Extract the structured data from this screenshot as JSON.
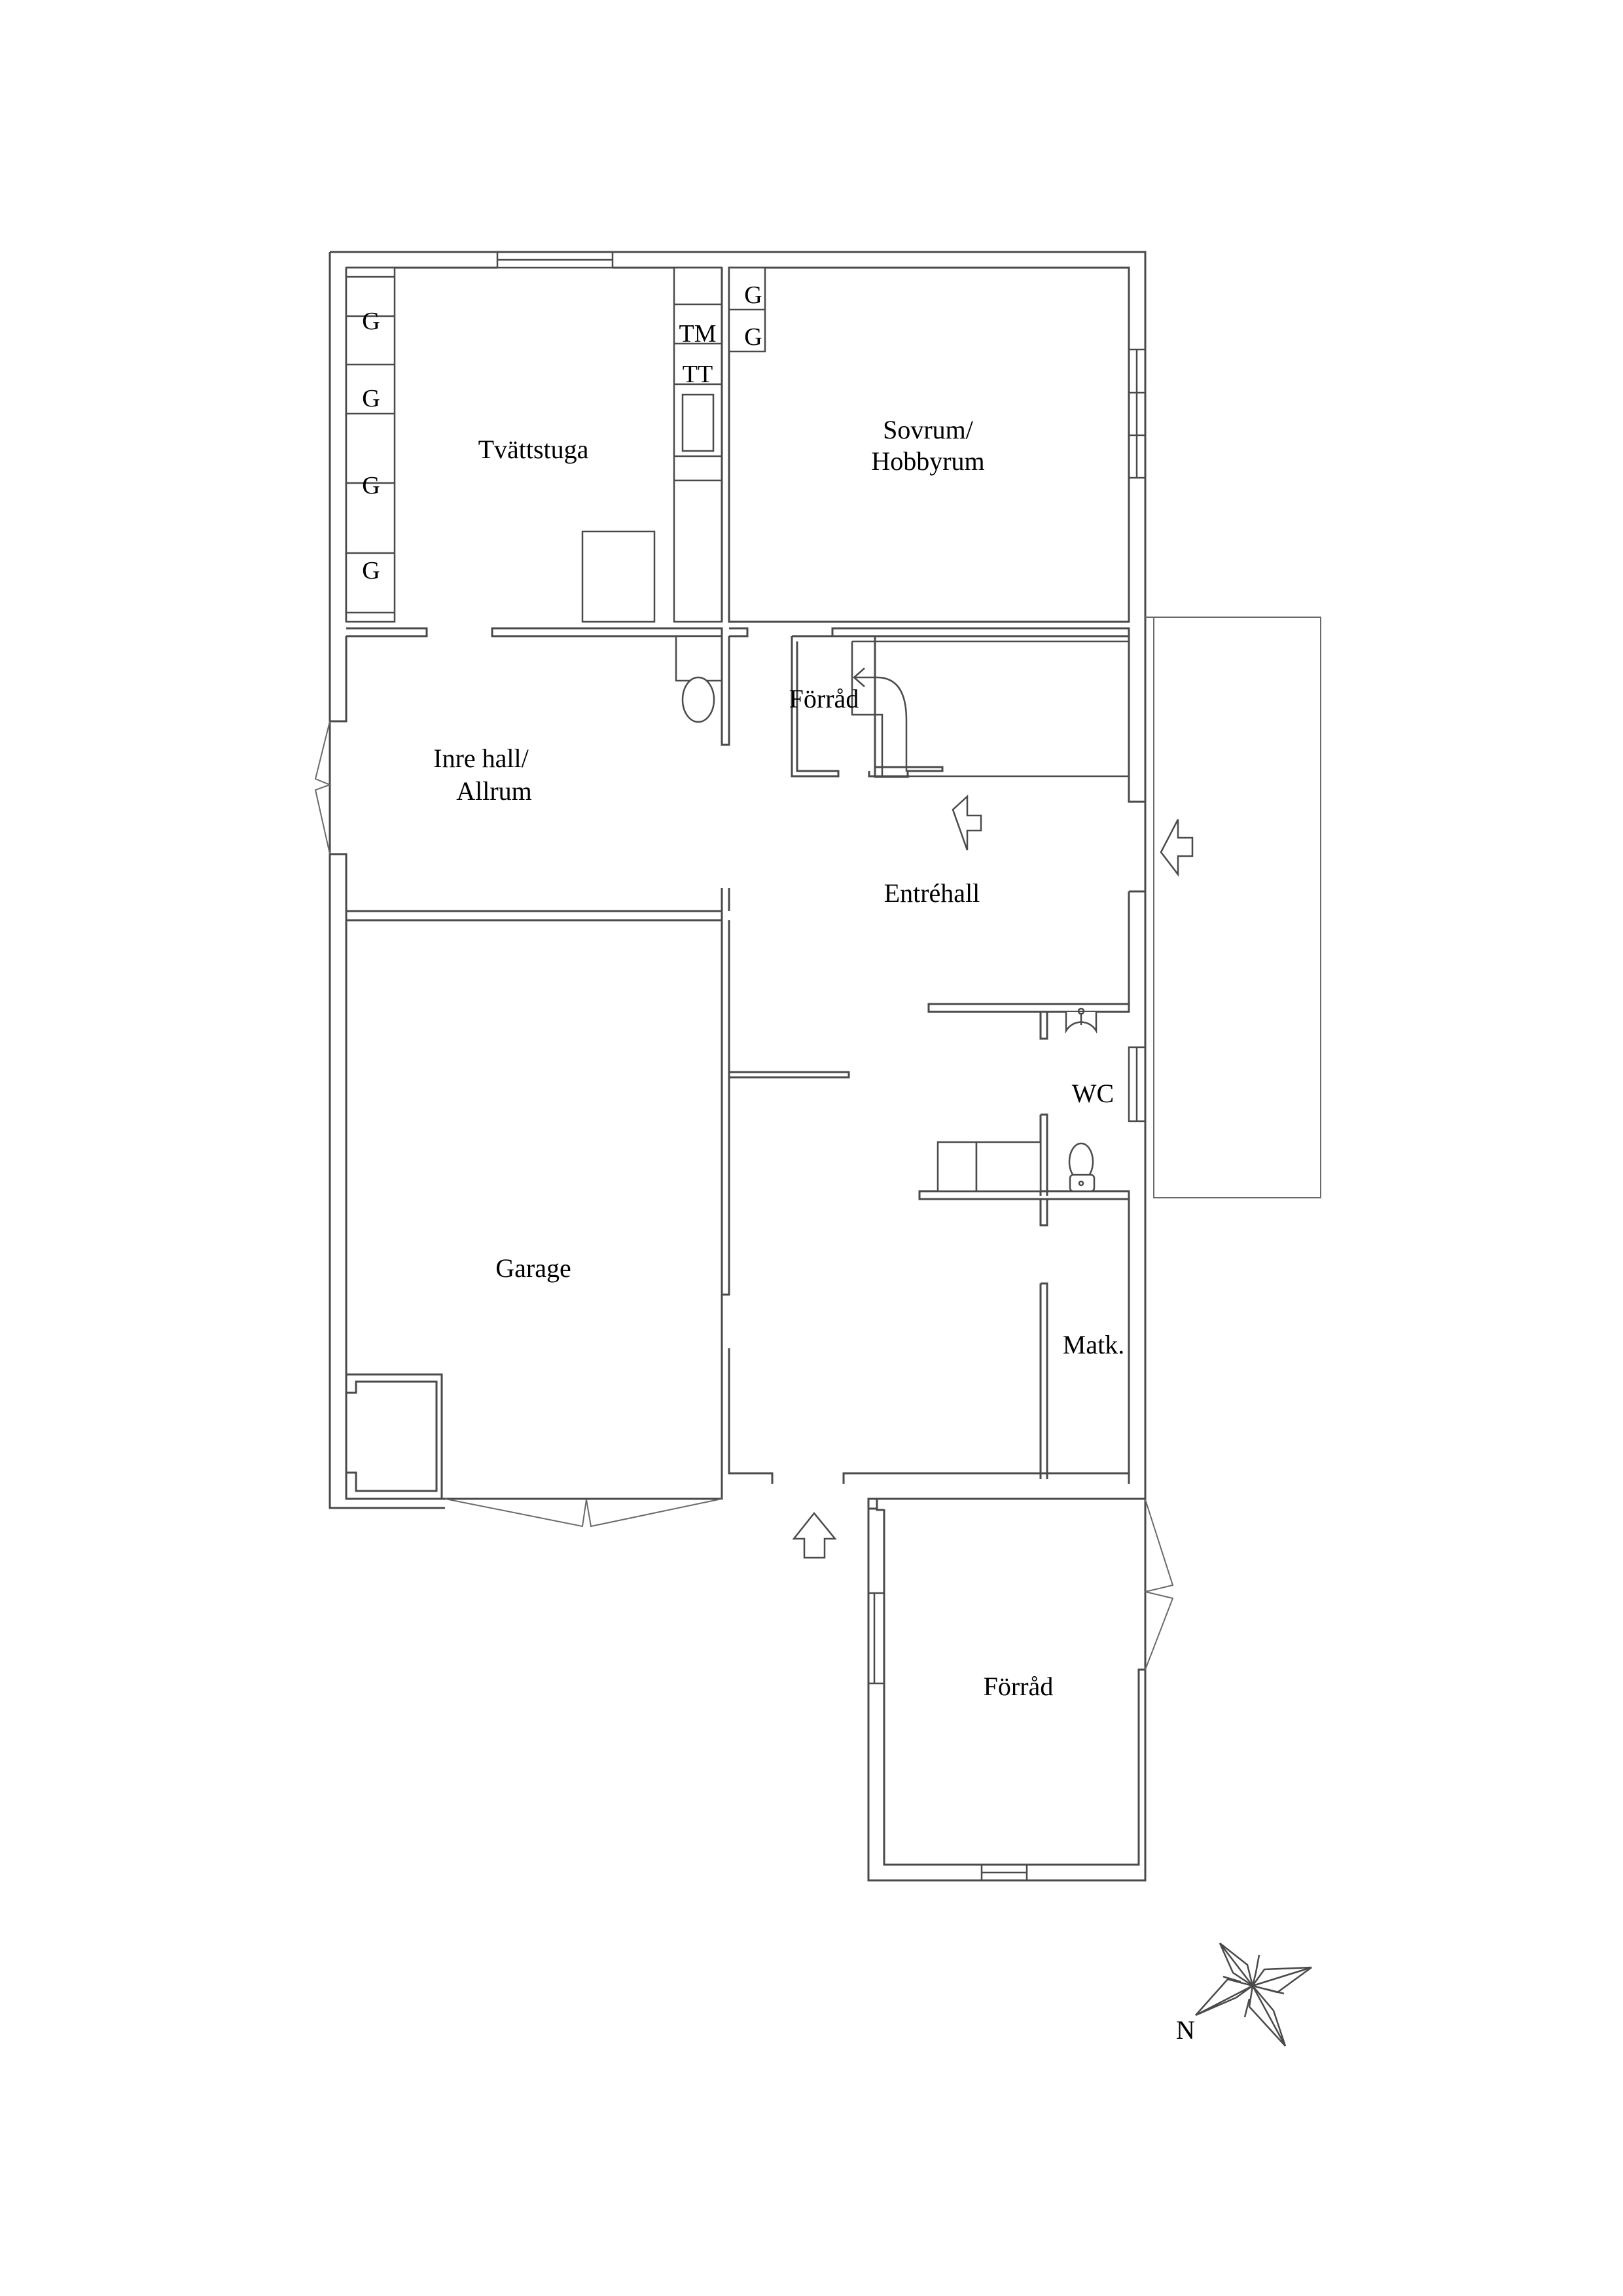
{
  "floorplan": {
    "rooms": {
      "tvattstuga": {
        "label": "Tvättstuga"
      },
      "sovrum": {
        "label_line1": "Sovrum/",
        "label_line2": "Hobbyrum"
      },
      "inre_hall": {
        "label_line1": "Inre hall/",
        "label_line2": "Allrum"
      },
      "forrad_small": {
        "label": "Förråd"
      },
      "entrehall": {
        "label": "Entréhall"
      },
      "wc": {
        "label": "WC"
      },
      "garage": {
        "label": "Garage"
      },
      "matk": {
        "label": "Matk."
      },
      "forrad_large": {
        "label": "Förråd"
      }
    },
    "fixtures": {
      "cabinets_left": [
        "G",
        "G",
        "G",
        "G"
      ],
      "cabinets_top": [
        "G",
        "G"
      ],
      "tm": "TM",
      "tt": "TT"
    },
    "compass": {
      "north_label": "N"
    },
    "colors": {
      "line": "#4a4a4a",
      "text": "#000000",
      "background": "#ffffff"
    }
  }
}
